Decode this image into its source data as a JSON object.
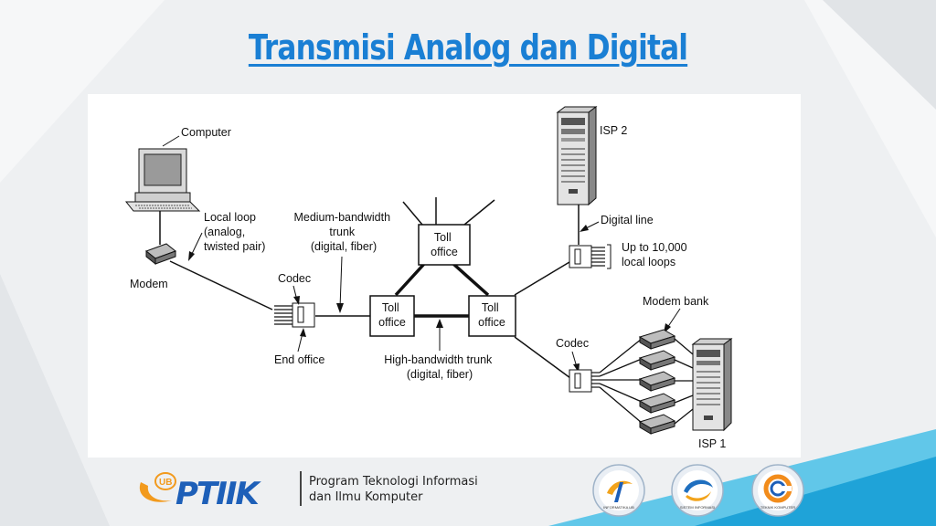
{
  "slide": {
    "title": "Transmisi Analog dan Digital"
  },
  "diagram": {
    "computer_label": "Computer",
    "modem_label": "Modem",
    "local_loop_lines": [
      "Local loop",
      "(analog,",
      "twisted pair)"
    ],
    "medium_trunk_lines": [
      "Medium-bandwidth",
      "trunk",
      "(digital, fiber)"
    ],
    "codec_left_label": "Codec",
    "end_office_label": "End office",
    "toll_top_lines": [
      "Toll",
      "office"
    ],
    "toll_left_lines": [
      "Toll",
      "office"
    ],
    "toll_right_lines": [
      "Toll",
      "office"
    ],
    "high_trunk_lines": [
      "High-bandwidth trunk",
      "(digital, fiber)"
    ],
    "isp2_label": "ISP 2",
    "digital_line_label": "Digital line",
    "local_loops_lines": [
      "Up to 10,000",
      "local loops"
    ],
    "modem_bank_label": "Modem bank",
    "codec_right_label": "Codec",
    "isp1_label": "ISP 1"
  },
  "footer": {
    "logo_text": "PTIIK",
    "logo_ub": "UB",
    "program_lines": [
      "Program Teknologi Informasi",
      "dan Ilmu Komputer"
    ],
    "badges": [
      {
        "text": "INFORMATIKA UB",
        "color": "#f2a31b"
      },
      {
        "text": "SISTEM INFORMASI",
        "color": "#1f6fbf"
      },
      {
        "text": "TEKNIK KOMPUTER",
        "color": "#f28c1b"
      }
    ]
  },
  "colors": {
    "title": "#1a7fd4",
    "logo_blue": "#1d5fb8",
    "logo_orange": "#f29a1d",
    "accent_cyan": "#29b3e6"
  }
}
